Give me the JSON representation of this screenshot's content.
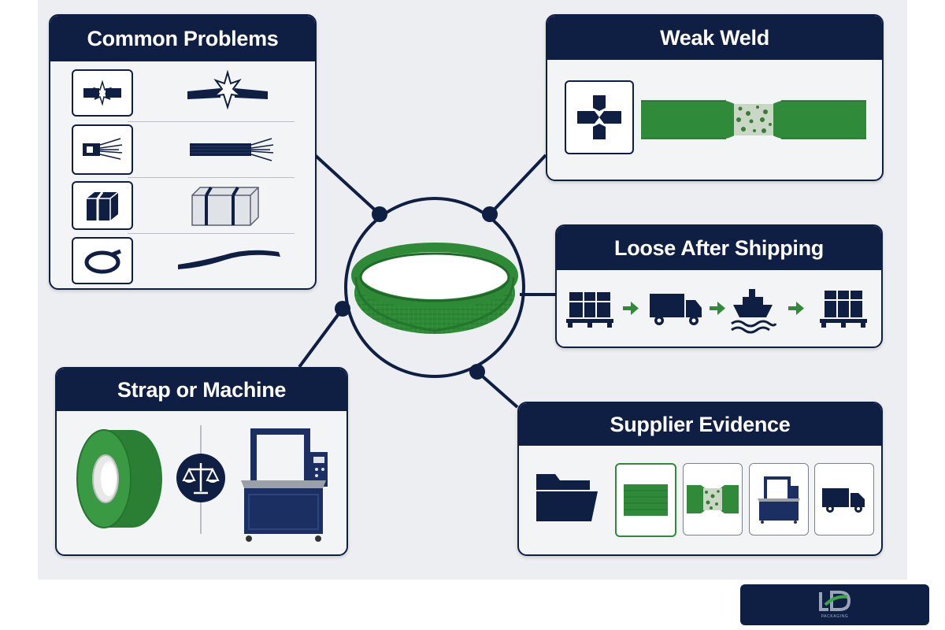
{
  "panels": {
    "common_problems": {
      "title": "Common Problems"
    },
    "weak_weld": {
      "title": "Weak Weld"
    },
    "loose_after_shipping": {
      "title": "Loose After Shipping"
    },
    "strap_or_machine": {
      "title": "Strap or Machine"
    },
    "supplier_evidence": {
      "title": "Supplier Evidence"
    }
  },
  "logo": {
    "text": "PACKAGING"
  },
  "icons": {
    "common_problems": [
      "broken-strap-icon",
      "frayed-strap-icon",
      "strapped-box-icon",
      "coiled-strap-icon"
    ],
    "weak_weld": [
      "weld-joint-icon",
      "weak-weld-strap-image"
    ],
    "loose_after_shipping": [
      "pallet-icon",
      "arrow-icon",
      "truck-icon",
      "ship-icon",
      "loose-pallet-icon"
    ],
    "strap_or_machine": [
      "strap-roll-image",
      "scale-icon",
      "strapping-machine-image"
    ],
    "supplier_evidence": [
      "folder-icon",
      "strap-sample-icon",
      "weld-sample-icon",
      "machine-icon",
      "truck-icon"
    ]
  },
  "colors": {
    "navy": "#0f1f44",
    "strap_green": "#2f8a3a",
    "panel_background": "#f3f4f6",
    "canvas_background": "#eceef1"
  }
}
